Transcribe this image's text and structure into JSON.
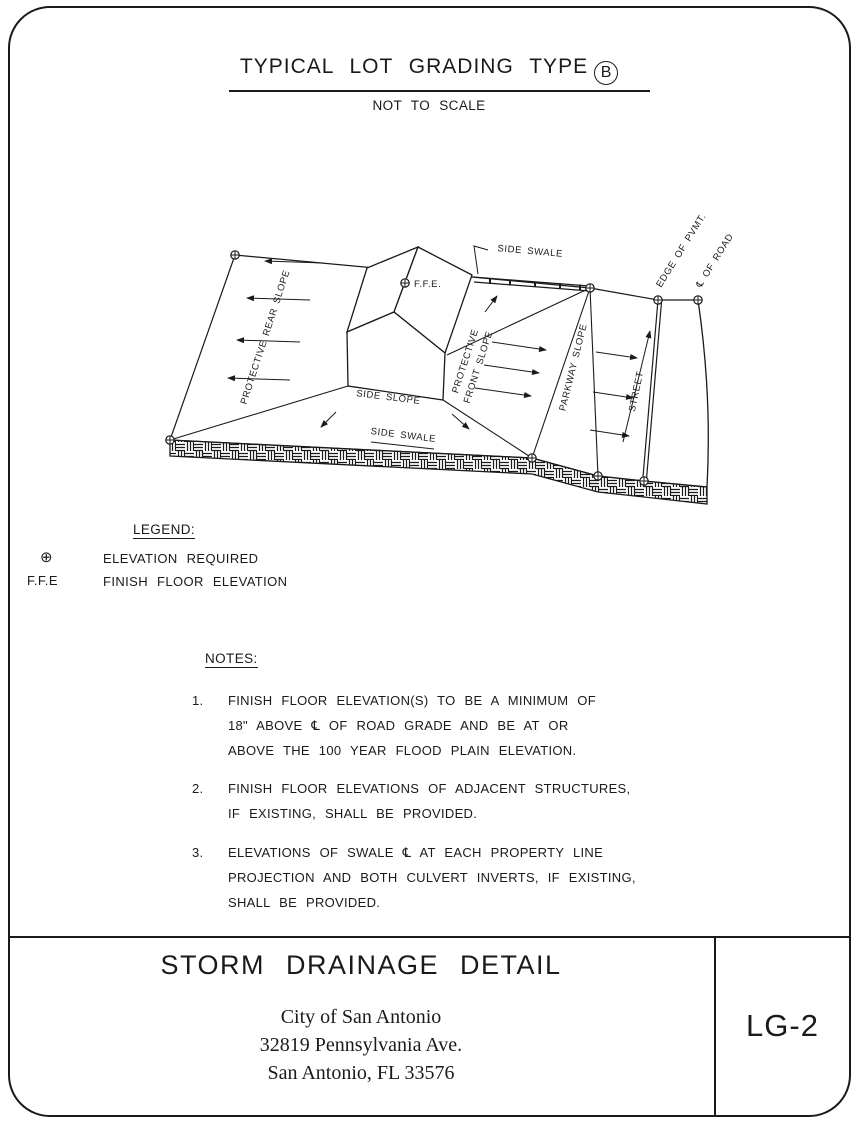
{
  "colors": {
    "ink": "#1a1a1a",
    "paper": "#ffffff"
  },
  "sheet": {
    "title": "TYPICAL LOT GRADING TYPE",
    "type_letter": "B",
    "subtitle": "NOT TO SCALE"
  },
  "diagram": {
    "labels": {
      "side_swale_top": "SIDE SWALE",
      "edge_of_pvmt": "EDGE OF PVMT.",
      "centerline_of_road": "℄ OF ROAD",
      "protective_rear_slope": "PROTECTIVE REAR SLOPE",
      "ffe": "F.F.E.",
      "protective_front_1": "PROTECTIVE",
      "protective_front_2": "FRONT SLOPE",
      "parkway_slope": "PARKWAY SLOPE",
      "street": "STREET",
      "side_slope": "SIDE SLOPE",
      "side_swale_bottom": "SIDE SWALE"
    }
  },
  "legend": {
    "heading": "LEGEND:",
    "items": [
      {
        "symbol": "⊕",
        "label": "ELEVATION REQUIRED"
      },
      {
        "symbol": "F.F.E",
        "label": "FINISH FLOOR ELEVATION"
      }
    ]
  },
  "notes": {
    "heading": "NOTES:",
    "items": [
      {
        "number": "1.",
        "lines": [
          "FINISH FLOOR ELEVATION(S) TO BE A MINIMUM OF",
          "18\" ABOVE ℄  OF ROAD GRADE AND BE AT OR",
          "ABOVE THE 100 YEAR FLOOD PLAIN ELEVATION."
        ]
      },
      {
        "number": "2.",
        "lines": [
          "FINISH FLOOR ELEVATIONS OF ADJACENT STRUCTURES,",
          "IF EXISTING, SHALL BE PROVIDED."
        ]
      },
      {
        "number": "3.",
        "lines": [
          "ELEVATIONS OF SWALE ℄  AT EACH PROPERTY LINE",
          "PROJECTION AND BOTH CULVERT INVERTS, IF EXISTING,",
          "SHALL BE PROVIDED."
        ]
      }
    ]
  },
  "title_block": {
    "title": "STORM DRAINAGE DETAIL",
    "agency": "City of San Antonio",
    "address": "32819 Pennsylvania Ave.",
    "city_state_zip": "San Antonio, FL 33576",
    "sheet_number": "LG-2"
  }
}
